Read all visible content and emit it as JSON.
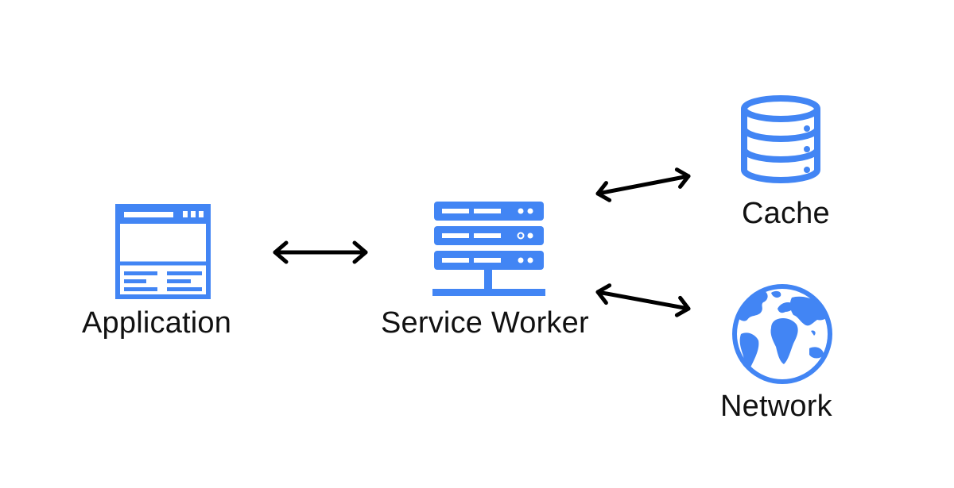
{
  "nodes": {
    "application": {
      "label": "Application",
      "icon": "browser-window-icon"
    },
    "service_worker": {
      "label": "Service Worker",
      "icon": "server-stack-icon"
    },
    "cache": {
      "label": "Cache",
      "icon": "database-icon"
    },
    "network": {
      "label": "Network",
      "icon": "globe-icon"
    }
  },
  "edges": [
    {
      "from": "Application",
      "to": "Service Worker",
      "bidirectional": true
    },
    {
      "from": "Service Worker",
      "to": "Cache",
      "bidirectional": true
    },
    {
      "from": "Service Worker",
      "to": "Network",
      "bidirectional": true
    }
  ],
  "colors": {
    "icon_blue": "#4285f4",
    "arrow": "#000000",
    "text": "#111111",
    "background": "#ffffff"
  }
}
